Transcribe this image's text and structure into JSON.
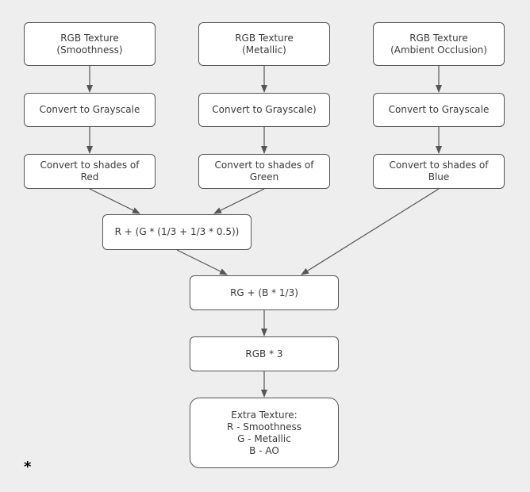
{
  "diagram": {
    "nodes": [
      {
        "id": "n1",
        "lines": [
          "RGB Texture",
          "(Smoothness)"
        ]
      },
      {
        "id": "n2",
        "lines": [
          "RGB Texture",
          "(Metallic)"
        ]
      },
      {
        "id": "n3",
        "lines": [
          "RGB Texture",
          "(Ambient Occlusion)"
        ]
      },
      {
        "id": "n4",
        "lines": [
          "Convert to Grayscale"
        ]
      },
      {
        "id": "n5",
        "lines": [
          "Convert to Grayscale)"
        ]
      },
      {
        "id": "n6",
        "lines": [
          "Convert to Grayscale"
        ]
      },
      {
        "id": "n7",
        "lines": [
          "Convert to shades of",
          "Red"
        ]
      },
      {
        "id": "n8",
        "lines": [
          "Convert to shades of",
          "Green"
        ]
      },
      {
        "id": "n9",
        "lines": [
          "Convert to shades of",
          "Blue"
        ]
      },
      {
        "id": "n10",
        "lines": [
          "R + (G * (1/3 + 1/3 * 0.5))"
        ]
      },
      {
        "id": "n11",
        "lines": [
          "RG + (B * 1/3)"
        ]
      },
      {
        "id": "n12",
        "lines": [
          "RGB * 3"
        ]
      },
      {
        "id": "n13",
        "lines": [
          "Extra Texture:",
          "R - Smoothness",
          "G - Metallic",
          "B - AO"
        ]
      }
    ],
    "edges": [
      {
        "from": "n1",
        "to": "n4"
      },
      {
        "from": "n2",
        "to": "n5"
      },
      {
        "from": "n3",
        "to": "n6"
      },
      {
        "from": "n4",
        "to": "n7"
      },
      {
        "from": "n5",
        "to": "n8"
      },
      {
        "from": "n6",
        "to": "n9"
      },
      {
        "from": "n7",
        "to": "n10"
      },
      {
        "from": "n8",
        "to": "n10"
      },
      {
        "from": "n9",
        "to": "n11"
      },
      {
        "from": "n10",
        "to": "n11"
      },
      {
        "from": "n11",
        "to": "n12"
      },
      {
        "from": "n12",
        "to": "n13"
      }
    ]
  },
  "footnote": "*",
  "colors": {
    "background": "#eeeeee",
    "node_fill": "#ffffff",
    "node_border": "#555555",
    "edge": "#555555"
  }
}
